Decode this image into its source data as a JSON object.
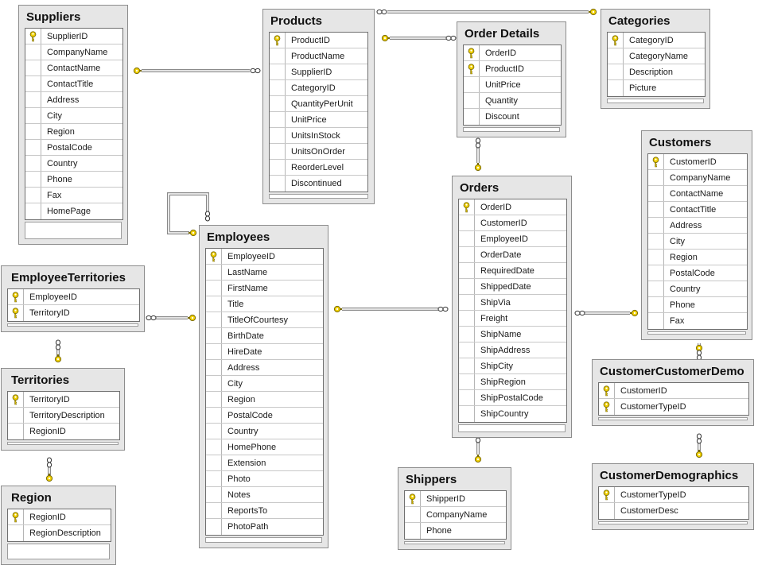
{
  "diagram": {
    "tables": [
      {
        "id": "suppliers",
        "title": "Suppliers",
        "fields": [
          {
            "name": "SupplierID",
            "pk": true
          },
          {
            "name": "CompanyName",
            "pk": false
          },
          {
            "name": "ContactName",
            "pk": false
          },
          {
            "name": "ContactTitle",
            "pk": false
          },
          {
            "name": "Address",
            "pk": false
          },
          {
            "name": "City",
            "pk": false
          },
          {
            "name": "Region",
            "pk": false
          },
          {
            "name": "PostalCode",
            "pk": false
          },
          {
            "name": "Country",
            "pk": false
          },
          {
            "name": "Phone",
            "pk": false
          },
          {
            "name": "Fax",
            "pk": false
          },
          {
            "name": "HomePage",
            "pk": false
          }
        ]
      },
      {
        "id": "products",
        "title": "Products",
        "fields": [
          {
            "name": "ProductID",
            "pk": true
          },
          {
            "name": "ProductName",
            "pk": false
          },
          {
            "name": "SupplierID",
            "pk": false
          },
          {
            "name": "CategoryID",
            "pk": false
          },
          {
            "name": "QuantityPerUnit",
            "pk": false
          },
          {
            "name": "UnitPrice",
            "pk": false
          },
          {
            "name": "UnitsInStock",
            "pk": false
          },
          {
            "name": "UnitsOnOrder",
            "pk": false
          },
          {
            "name": "ReorderLevel",
            "pk": false
          },
          {
            "name": "Discontinued",
            "pk": false
          }
        ]
      },
      {
        "id": "order-details",
        "title": "Order Details",
        "fields": [
          {
            "name": "OrderID",
            "pk": true
          },
          {
            "name": "ProductID",
            "pk": true
          },
          {
            "name": "UnitPrice",
            "pk": false
          },
          {
            "name": "Quantity",
            "pk": false
          },
          {
            "name": "Discount",
            "pk": false
          }
        ]
      },
      {
        "id": "categories",
        "title": "Categories",
        "fields": [
          {
            "name": "CategoryID",
            "pk": true
          },
          {
            "name": "CategoryName",
            "pk": false
          },
          {
            "name": "Description",
            "pk": false
          },
          {
            "name": "Picture",
            "pk": false
          }
        ]
      },
      {
        "id": "customers",
        "title": "Customers",
        "fields": [
          {
            "name": "CustomerID",
            "pk": true
          },
          {
            "name": "CompanyName",
            "pk": false
          },
          {
            "name": "ContactName",
            "pk": false
          },
          {
            "name": "ContactTitle",
            "pk": false
          },
          {
            "name": "Address",
            "pk": false
          },
          {
            "name": "City",
            "pk": false
          },
          {
            "name": "Region",
            "pk": false
          },
          {
            "name": "PostalCode",
            "pk": false
          },
          {
            "name": "Country",
            "pk": false
          },
          {
            "name": "Phone",
            "pk": false
          },
          {
            "name": "Fax",
            "pk": false
          }
        ]
      },
      {
        "id": "orders",
        "title": "Orders",
        "fields": [
          {
            "name": "OrderID",
            "pk": true
          },
          {
            "name": "CustomerID",
            "pk": false
          },
          {
            "name": "EmployeeID",
            "pk": false
          },
          {
            "name": "OrderDate",
            "pk": false
          },
          {
            "name": "RequiredDate",
            "pk": false
          },
          {
            "name": "ShippedDate",
            "pk": false
          },
          {
            "name": "ShipVia",
            "pk": false
          },
          {
            "name": "Freight",
            "pk": false
          },
          {
            "name": "ShipName",
            "pk": false
          },
          {
            "name": "ShipAddress",
            "pk": false
          },
          {
            "name": "ShipCity",
            "pk": false
          },
          {
            "name": "ShipRegion",
            "pk": false
          },
          {
            "name": "ShipPostalCode",
            "pk": false
          },
          {
            "name": "ShipCountry",
            "pk": false
          }
        ]
      },
      {
        "id": "employees",
        "title": "Employees",
        "fields": [
          {
            "name": "EmployeeID",
            "pk": true
          },
          {
            "name": "LastName",
            "pk": false
          },
          {
            "name": "FirstName",
            "pk": false
          },
          {
            "name": "Title",
            "pk": false
          },
          {
            "name": "TitleOfCourtesy",
            "pk": false
          },
          {
            "name": "BirthDate",
            "pk": false
          },
          {
            "name": "HireDate",
            "pk": false
          },
          {
            "name": "Address",
            "pk": false
          },
          {
            "name": "City",
            "pk": false
          },
          {
            "name": "Region",
            "pk": false
          },
          {
            "name": "PostalCode",
            "pk": false
          },
          {
            "name": "Country",
            "pk": false
          },
          {
            "name": "HomePhone",
            "pk": false
          },
          {
            "name": "Extension",
            "pk": false
          },
          {
            "name": "Photo",
            "pk": false
          },
          {
            "name": "Notes",
            "pk": false
          },
          {
            "name": "ReportsTo",
            "pk": false
          },
          {
            "name": "PhotoPath",
            "pk": false
          }
        ]
      },
      {
        "id": "employee-territories",
        "title": "EmployeeTerritories",
        "fields": [
          {
            "name": "EmployeeID",
            "pk": true
          },
          {
            "name": "TerritoryID",
            "pk": true
          }
        ]
      },
      {
        "id": "territories",
        "title": "Territories",
        "fields": [
          {
            "name": "TerritoryID",
            "pk": true
          },
          {
            "name": "TerritoryDescription",
            "pk": false
          },
          {
            "name": "RegionID",
            "pk": false
          }
        ]
      },
      {
        "id": "region",
        "title": "Region",
        "fields": [
          {
            "name": "RegionID",
            "pk": true
          },
          {
            "name": "RegionDescription",
            "pk": false
          }
        ]
      },
      {
        "id": "shippers",
        "title": "Shippers",
        "fields": [
          {
            "name": "ShipperID",
            "pk": true
          },
          {
            "name": "CompanyName",
            "pk": false
          },
          {
            "name": "Phone",
            "pk": false
          }
        ]
      },
      {
        "id": "customer-customer-demo",
        "title": "CustomerCustomerDemo",
        "fields": [
          {
            "name": "CustomerID",
            "pk": true
          },
          {
            "name": "CustomerTypeID",
            "pk": true
          }
        ]
      },
      {
        "id": "customer-demographics",
        "title": "CustomerDemographics",
        "fields": [
          {
            "name": "CustomerTypeID",
            "pk": true
          },
          {
            "name": "CustomerDesc",
            "pk": false
          }
        ]
      }
    ],
    "relationships": [
      {
        "from": "suppliers",
        "to": "products"
      },
      {
        "from": "products",
        "to": "order-details"
      },
      {
        "from": "categories",
        "to": "products"
      },
      {
        "from": "order-details",
        "to": "orders"
      },
      {
        "from": "employees",
        "to": "employees"
      },
      {
        "from": "employees",
        "to": "employee-territories"
      },
      {
        "from": "employees",
        "to": "orders"
      },
      {
        "from": "customers",
        "to": "orders"
      },
      {
        "from": "territories",
        "to": "employee-territories"
      },
      {
        "from": "region",
        "to": "territories"
      },
      {
        "from": "shippers",
        "to": "orders"
      },
      {
        "from": "customers",
        "to": "customer-customer-demo"
      },
      {
        "from": "customer-demographics",
        "to": "customer-customer-demo"
      }
    ],
    "colors": {
      "key": "#f0d000",
      "key_outline": "#7a6a00",
      "line": "#8a8a8a",
      "table_bg": "#e6e6e6",
      "grid_border": "#6f6f6f"
    },
    "icons": {
      "primary_key": "key-icon",
      "one_end": "key-icon",
      "many_end": "infinity-icon"
    }
  }
}
